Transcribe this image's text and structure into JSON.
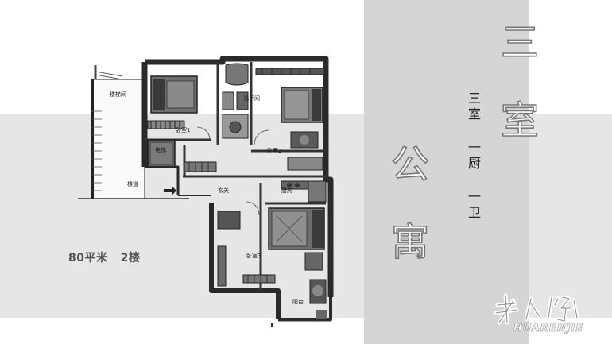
{
  "slide": {
    "area_label": "80平米   2楼",
    "title_chars": [
      "三",
      "室",
      "公",
      "寓"
    ],
    "feature_lines": {
      "line1": [
        "三",
        "室"
      ],
      "line2": [
        "一",
        "厨"
      ],
      "line3": [
        "一",
        "卫"
      ]
    }
  },
  "floor_plan": {
    "rooms": {
      "stair_room": "楼梯间",
      "elevator": "电梯",
      "corridor": "楼道",
      "bedroom1": "卧室1",
      "bedroom2": "卧室2",
      "bedroom3": "卧室3",
      "bathroom": "洗手间",
      "entrance": "玄关",
      "kitchen": "厨房",
      "balcony": "阳台"
    }
  },
  "watermark": {
    "latin_text": "HUARENJIE"
  },
  "colors": {
    "band": "#e6e6e6",
    "panel": "#d5d5d5",
    "outline": "#777777"
  }
}
